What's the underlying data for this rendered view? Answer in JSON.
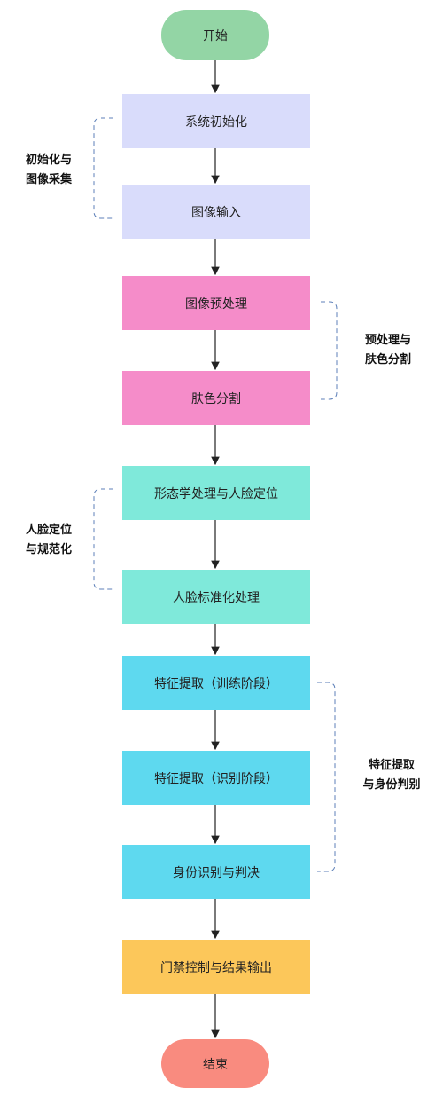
{
  "colors": {
    "start_end_start": "#93D5A5",
    "init": "#D9DCFB",
    "preprocess": "#F58CC9",
    "locate": "#7FE9DA",
    "feature": "#5ED9EF",
    "output": "#FCC75A",
    "end": "#F98B7F",
    "arrow": "#222222",
    "bracket": "#5C7FB8"
  },
  "nodes": {
    "start": "开始",
    "sys_init": "系统初始化",
    "img_input": "图像输入",
    "img_pre": "图像预处理",
    "skin_seg": "肤色分割",
    "morph": "形态学处理与人脸定位",
    "face_norm": "人脸标准化处理",
    "feat_train": "特征提取（训练阶段）",
    "feat_recog": "特征提取（识别阶段）",
    "identify": "身份识别与判决",
    "access": "门禁控制与结果输出",
    "end": "结束"
  },
  "groups": {
    "g1": "初始化与\n图像采集",
    "g2": "预处理与\n肤色分割",
    "g3": "人脸定位\n与规范化",
    "g4": "特征提取\n与身份判别"
  }
}
